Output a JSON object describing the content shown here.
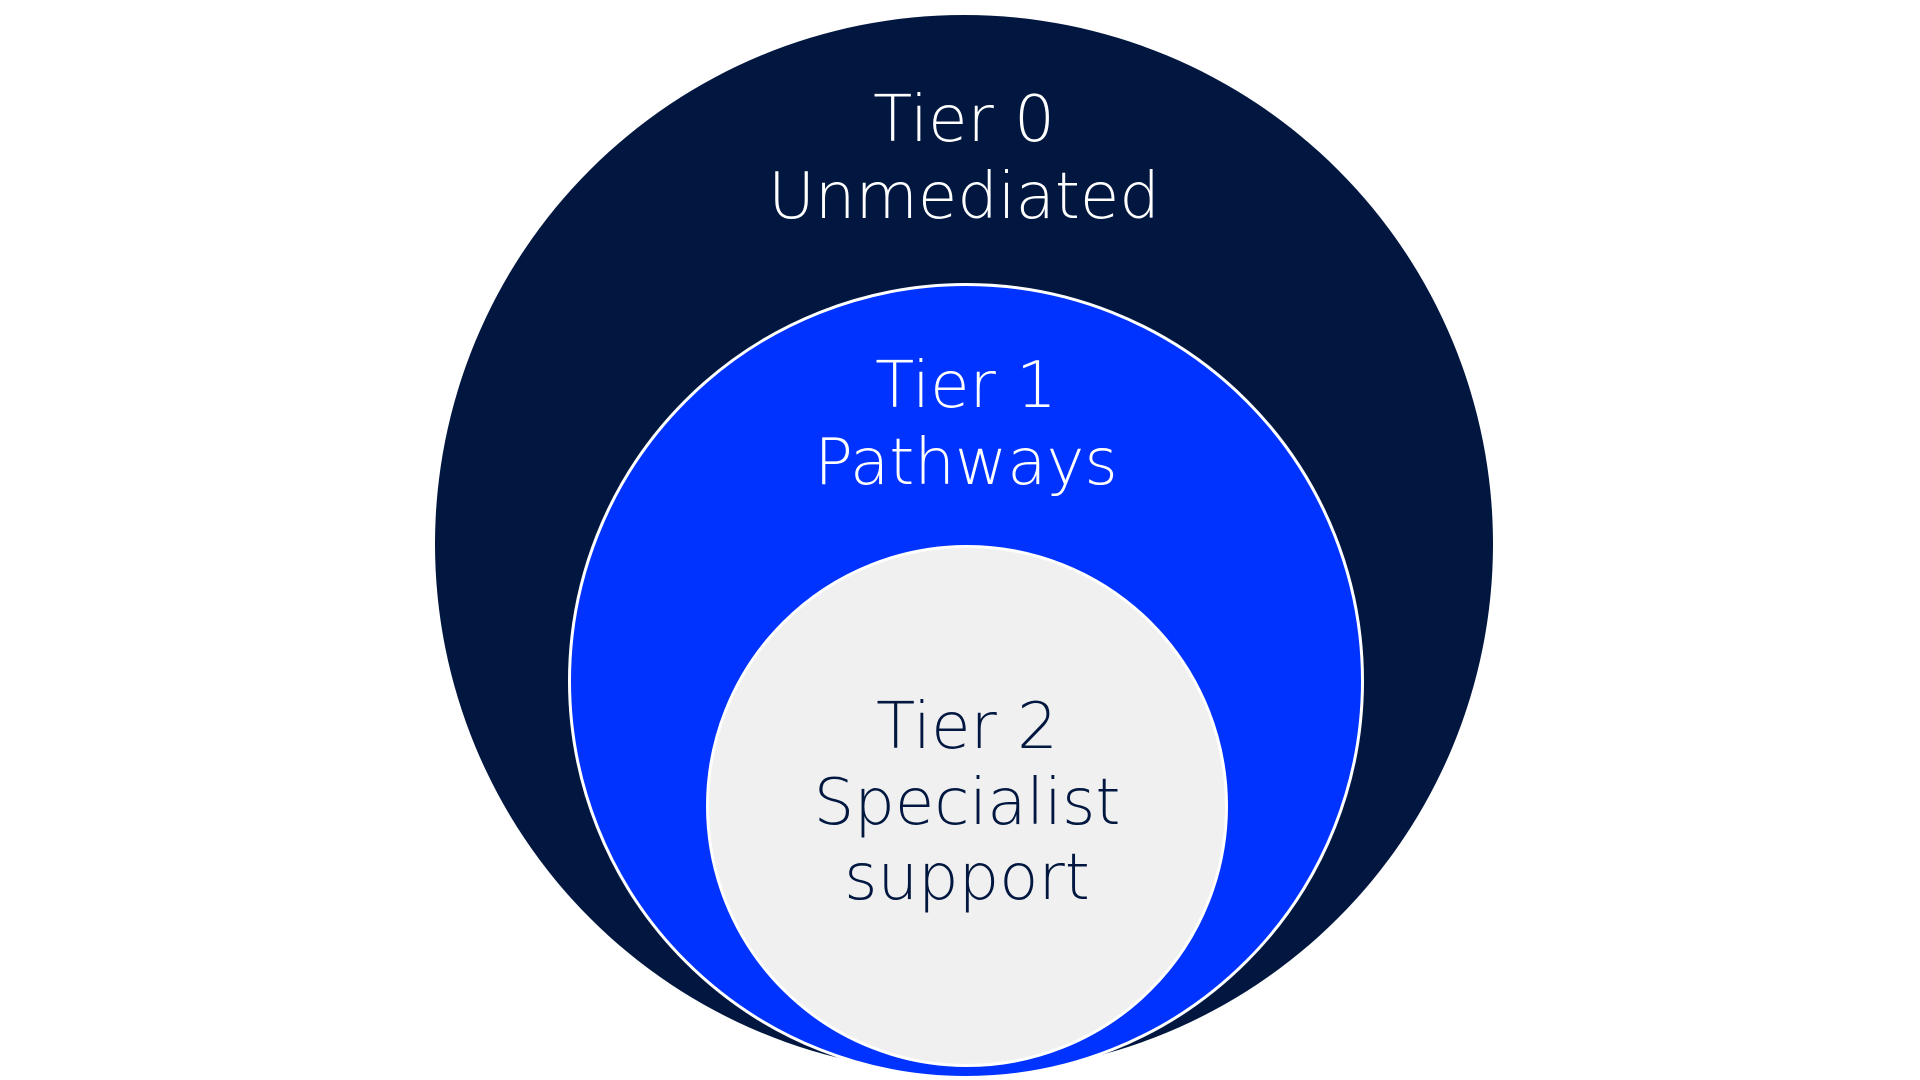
{
  "diagram": {
    "type": "nested-circles",
    "tiers": [
      {
        "id": "tier-0",
        "lines": [
          "Tier 0",
          "Unmediated"
        ],
        "fill": "#021740",
        "text_color": "#ffffff"
      },
      {
        "id": "tier-1",
        "lines": [
          "Tier 1",
          "Pathways"
        ],
        "fill": "#0033ff",
        "text_color": "#ffffff"
      },
      {
        "id": "tier-2",
        "lines": [
          "Tier 2",
          "Specialist",
          "support"
        ],
        "fill": "#f0f0f0",
        "text_color": "#021740"
      }
    ]
  }
}
